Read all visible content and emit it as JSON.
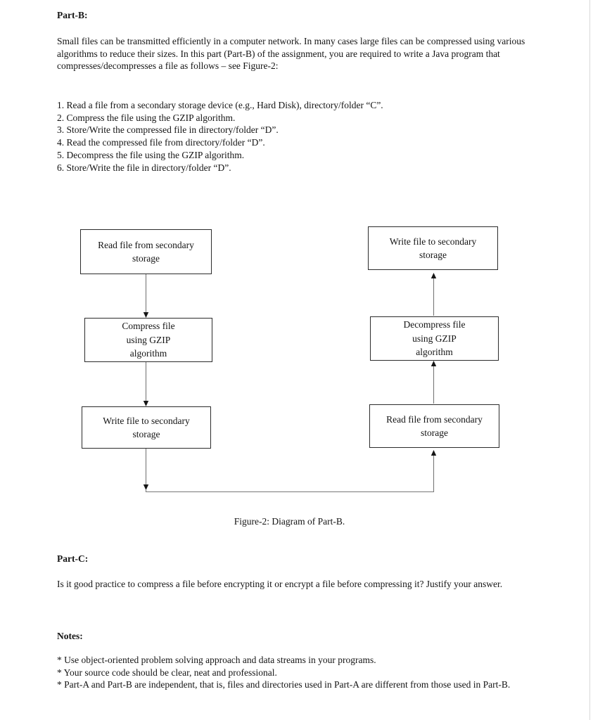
{
  "part_b": {
    "heading": "Part-B:",
    "intro": "Small files can be transmitted efficiently in a computer network. In many cases large files can be compressed using various algorithms to reduce their sizes. In this part (Part-B) of the assignment, you are required to write a Java program that compresses/decompresses a file as follows – see Figure-2:",
    "steps": [
      "1. Read a file from a secondary storage device (e.g., Hard Disk), directory/folder “C”.",
      "2. Compress the file using the GZIP algorithm.",
      "3. Store/Write the compressed file in directory/folder “D”.",
      "4. Read the compressed file from directory/folder “D”.",
      "5. Decompress the file using the GZIP algorithm.",
      "6. Store/Write the file in directory/folder “D”."
    ]
  },
  "figure": {
    "caption": "Figure-2: Diagram of Part-B.",
    "left_column": [
      {
        "lines": [
          "Read file from secondary",
          "storage"
        ]
      },
      {
        "lines": [
          "Compress file",
          "using GZIP",
          "algorithm"
        ]
      },
      {
        "lines": [
          "Write file to secondary",
          "storage"
        ]
      }
    ],
    "right_column": [
      {
        "lines": [
          "Write file to secondary",
          "storage"
        ]
      },
      {
        "lines": [
          "Decompress file",
          "using GZIP",
          "algorithm"
        ]
      },
      {
        "lines": [
          "Read file from secondary",
          "storage"
        ]
      }
    ],
    "connections": [
      {
        "from": "left-read-file",
        "to": "left-compress-file"
      },
      {
        "from": "left-compress-file",
        "to": "left-write-file"
      },
      {
        "from": "left-write-file",
        "to": "right-read-file"
      },
      {
        "from": "right-read-file",
        "to": "right-decompress-file"
      },
      {
        "from": "right-decompress-file",
        "to": "right-write-file"
      }
    ]
  },
  "part_c": {
    "heading": "Part-C:",
    "question": "Is it good practice to compress a file before encrypting it or encrypt a file before compressing it? Justify your answer."
  },
  "notes": {
    "heading": "Notes:",
    "items": [
      "* Use object-oriented problem solving approach and data streams in your programs.",
      "* Your source code should be clear, neat and professional.",
      "* Part-A and Part-B are independent, that is, files and directories used in Part-A are different from those used in Part-B."
    ]
  },
  "colors": {
    "page_background": "#ffffff",
    "text": "#141414",
    "box_border": "#2b2b2b",
    "connector_line": "#787878",
    "arrowhead": "#161616"
  }
}
